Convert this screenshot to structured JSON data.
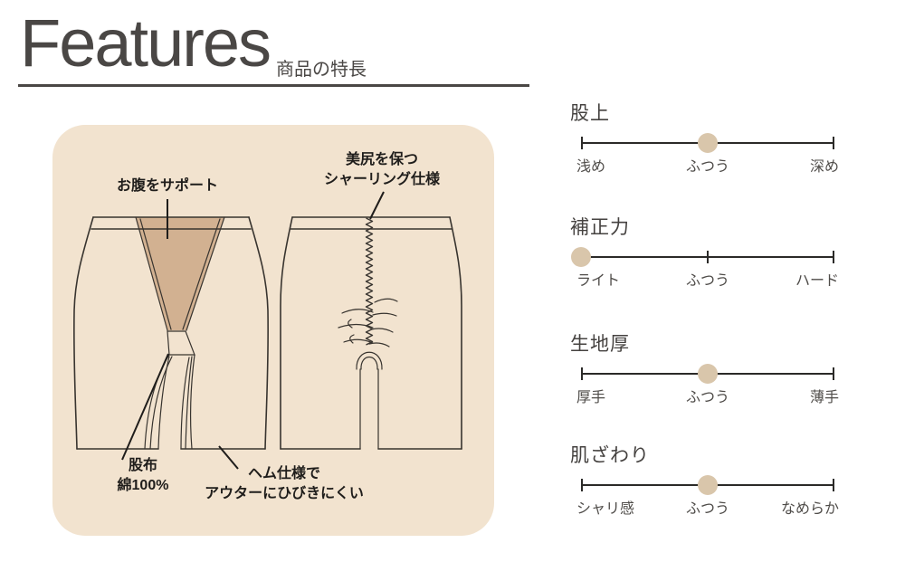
{
  "header": {
    "title": "Features",
    "subtitle": "商品の特長"
  },
  "card": {
    "annotations": {
      "belly_support": "お腹をサポート",
      "hip_l1": "美尻を保つ",
      "hip_l2": "シャーリング仕様",
      "crotch_l1": "股布",
      "crotch_l2": "綿100%",
      "hem_l1": "ヘム仕様で",
      "hem_l2": "アウターにひびきにくい"
    }
  },
  "scales": [
    {
      "title": "股上",
      "left": "浅め",
      "center": "ふつう",
      "right": "深め",
      "value_percent": 50
    },
    {
      "title": "補正力",
      "left": "ライト",
      "center": "ふつう",
      "right": "ハード",
      "value_percent": 0
    },
    {
      "title": "生地厚",
      "left": "厚手",
      "center": "ふつう",
      "right": "薄手",
      "value_percent": 50
    },
    {
      "title": "肌ざわり",
      "left": "シャリ感",
      "center": "ふつう",
      "right": "なめらか",
      "value_percent": 50
    }
  ],
  "colors": {
    "card-bg": "#f2e3cf",
    "panel": "#d2b191",
    "sketch-line": "#38342f",
    "anno-text": "#1f1d1b",
    "heading-text": "#4a4745",
    "scale-title": "#454240",
    "scale-line": "#2b2a28",
    "scale-text": "#4f4c49",
    "dot": "#d9c6ab"
  }
}
